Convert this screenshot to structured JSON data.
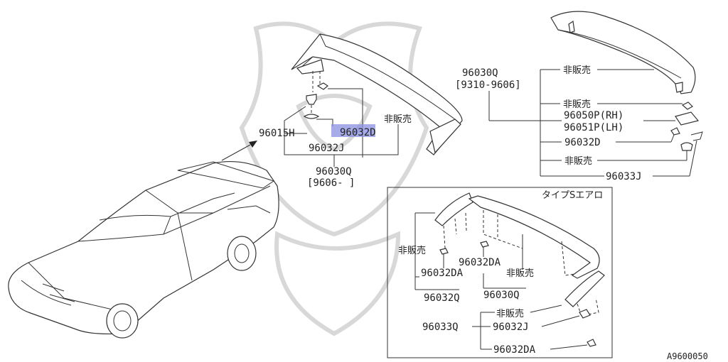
{
  "main_diagram": {
    "labels": {
      "h96015h": "96015H",
      "h96032d": "96032D",
      "h96032j": "96032J",
      "not_for_sale": "非販売",
      "h96030q": "96030Q",
      "h96030q_range": "[9606-     ]"
    }
  },
  "upper_right": {
    "labels": {
      "h96030q": "96030Q",
      "h96030q_range": "[9310-9606]",
      "not_for_sale_1": "非販売",
      "not_for_sale_2": "非販売",
      "h96050p": "96050P(RH)",
      "h96051p": "96051P(LH)",
      "h96032d": "96032D",
      "not_for_sale_3": "非販売",
      "h96033j": "96033J"
    }
  },
  "aero_box": {
    "title": "タイプSエアロ",
    "labels": {
      "not_for_sale_a": "非販売",
      "h96032da_a": "96032DA",
      "h96032da_b": "96032DA",
      "not_for_sale_b": "非販売",
      "h96032q": "96032Q",
      "h96030q": "96030Q",
      "not_for_sale_c": "非販売",
      "h96033q": "96033Q",
      "h96032j": "96032J",
      "h96032da_c": "96032DA"
    }
  },
  "figure_id": "A9600050",
  "highlight_color": "#8a8fe0"
}
